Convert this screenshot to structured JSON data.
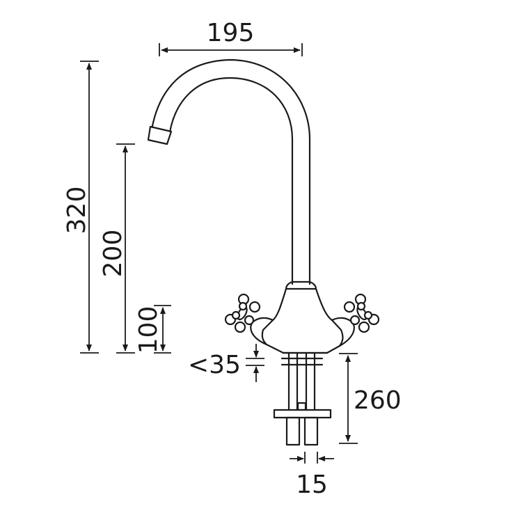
{
  "diagram": {
    "subject": "monobloc sink mixer tap dimension drawing",
    "units": "mm",
    "line_color": "#1a1a1a",
    "background": "#ffffff"
  },
  "dimensions": {
    "spout_reach": "195",
    "overall_height": "320",
    "spout_outlet_height": "200",
    "body_height": "100",
    "max_deck_thickness": "<35",
    "shank_length": "260",
    "shank_diameter": "15"
  }
}
